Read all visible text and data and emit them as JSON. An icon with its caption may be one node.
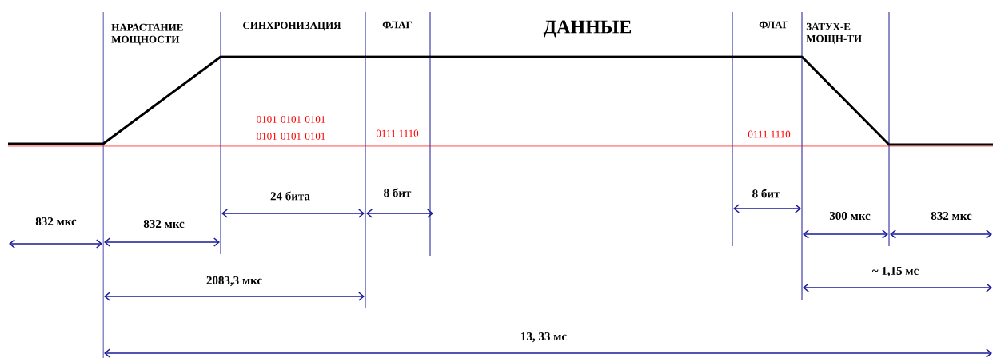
{
  "diagram": {
    "labels": [
      "НАРАСТАНИЕ МОЩНОСТИ",
      "СИНХРОНИЗАЦИЯ",
      "ФЛАГ",
      "ДАННЫЕ",
      "ФЛАГ",
      "ЗАТУХ-Е МОЩН-ТИ",
      "0101 0101 0101 0101 0101 0101",
      "0111 1110",
      "0111 1110",
      "24 бита",
      "8 бит",
      "8 бит",
      "832 мкс",
      "832 мкс",
      "300 мкс",
      "832 мкс",
      "2083,3 мкс",
      "~ 1,15 мс",
      "13, 33 мс"
    ]
  }
}
